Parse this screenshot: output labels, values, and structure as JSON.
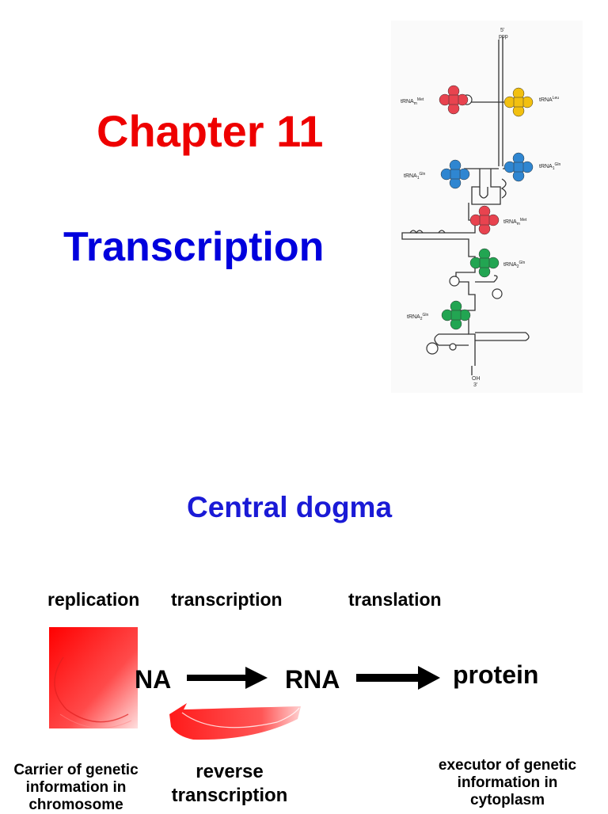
{
  "slide": {
    "chapter_title": "Chapter 11",
    "subject_title": "Transcription"
  },
  "figure": {
    "labels": {
      "five_prime": "5'",
      "ppp": "ppp",
      "oh": "OH",
      "three_prime": "3'"
    },
    "trnas": [
      {
        "base": "tRNA",
        "sub": "m",
        "sup": "Met",
        "color": "#e8434f"
      },
      {
        "base": "tRNA",
        "sub": "",
        "sup": "Leu",
        "color": "#f2c010"
      },
      {
        "base": "tRNA",
        "sub": "1",
        "sup": "Gln",
        "color": "#2f86d1"
      },
      {
        "base": "tRNA",
        "sub": "1",
        "sup": "Gln",
        "color": "#2f86d1"
      },
      {
        "base": "tRNA",
        "sub": "m",
        "sup": "Met",
        "color": "#e8434f"
      },
      {
        "base": "tRNA",
        "sub": "2",
        "sup": "Gln",
        "color": "#22a552"
      },
      {
        "base": "tRNA",
        "sub": "2",
        "sup": "Gln",
        "color": "#22a552"
      }
    ]
  },
  "dogma": {
    "heading": "Central dogma",
    "processes": {
      "replication": "replication",
      "transcription": "transcription",
      "translation": "translation",
      "reverse_transcription": [
        "reverse",
        "transcription"
      ]
    },
    "molecules": {
      "dna_visible": "NA",
      "rna": "RNA",
      "protein": "protein"
    },
    "notes": {
      "dna": [
        "Carrier of genetic",
        "information in",
        "chromosome"
      ],
      "protein": [
        "executor of genetic",
        "information in",
        "cytoplasm"
      ]
    }
  }
}
